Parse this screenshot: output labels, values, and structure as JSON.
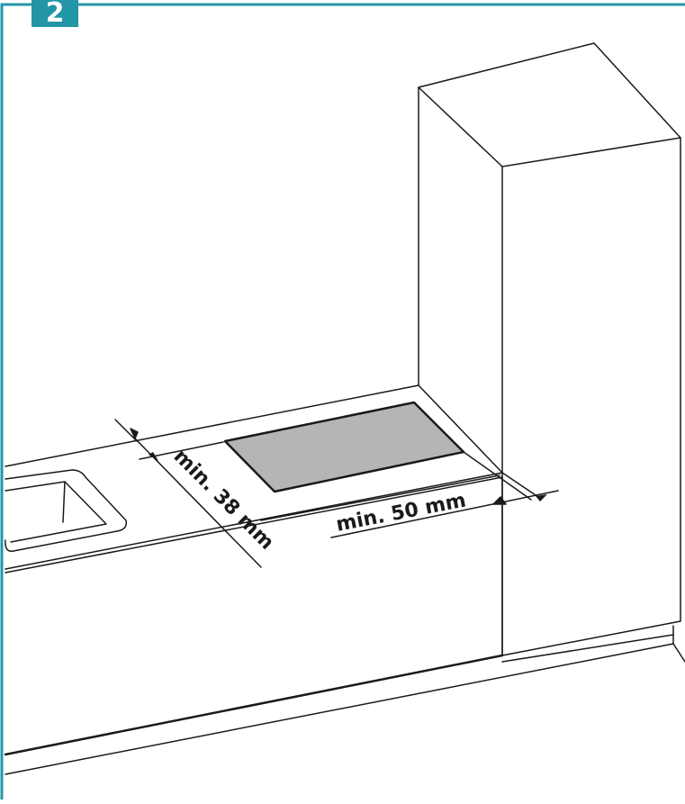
{
  "step_number": "2",
  "accent_color": "#2296a6",
  "hob_color": "#b4b5b5",
  "labels": {
    "side_clearance": "min. 38 mm",
    "rear_clearance": "min. 50 mm"
  }
}
